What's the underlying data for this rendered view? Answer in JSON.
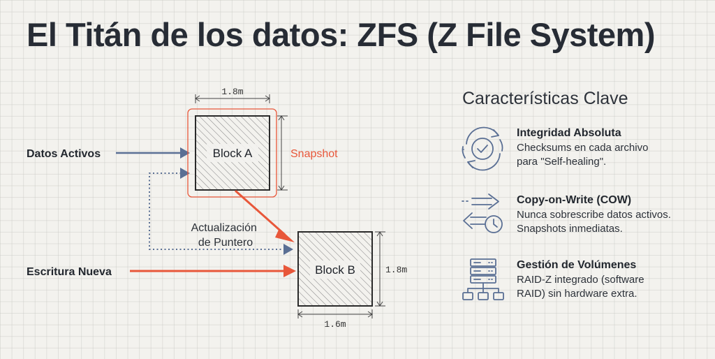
{
  "title": "El Titán de los datos: ZFS (Z File System)",
  "colors": {
    "background": "#f3f2ee",
    "text": "#272c35",
    "accent_orange": "#e8573a",
    "accent_blue": "#5a6f94",
    "block_stroke": "#2a2a2a"
  },
  "diagram": {
    "inputs": {
      "datos_activos": "Datos Activos",
      "escritura_nueva": "Escritura Nueva"
    },
    "block_a": {
      "label": "Block A",
      "width_dim": "1.8m"
    },
    "snapshot_label": "Snapshot",
    "pointer_update": {
      "line1": "Actualización",
      "line2": "de Puntero"
    },
    "block_b": {
      "label": "Block B",
      "height_dim": "1.8m",
      "width_dim": "1.6m"
    }
  },
  "features": {
    "heading": "Características Clave",
    "items": [
      {
        "icon": "integrity-refresh-check-icon",
        "title": "Integridad Absoluta",
        "description": "Checksums en cada archivo\npara \"Self-healing\"."
      },
      {
        "icon": "copy-on-write-arrows-clock-icon",
        "title": "Copy-on-Write (COW)",
        "description": "Nunca sobrescribe datos activos.\nSnapshots inmediatas."
      },
      {
        "icon": "server-network-icon",
        "title": "Gestión de Volúmenes",
        "description": "RAID-Z integrado (software\nRAID) sin hardware extra."
      }
    ]
  }
}
